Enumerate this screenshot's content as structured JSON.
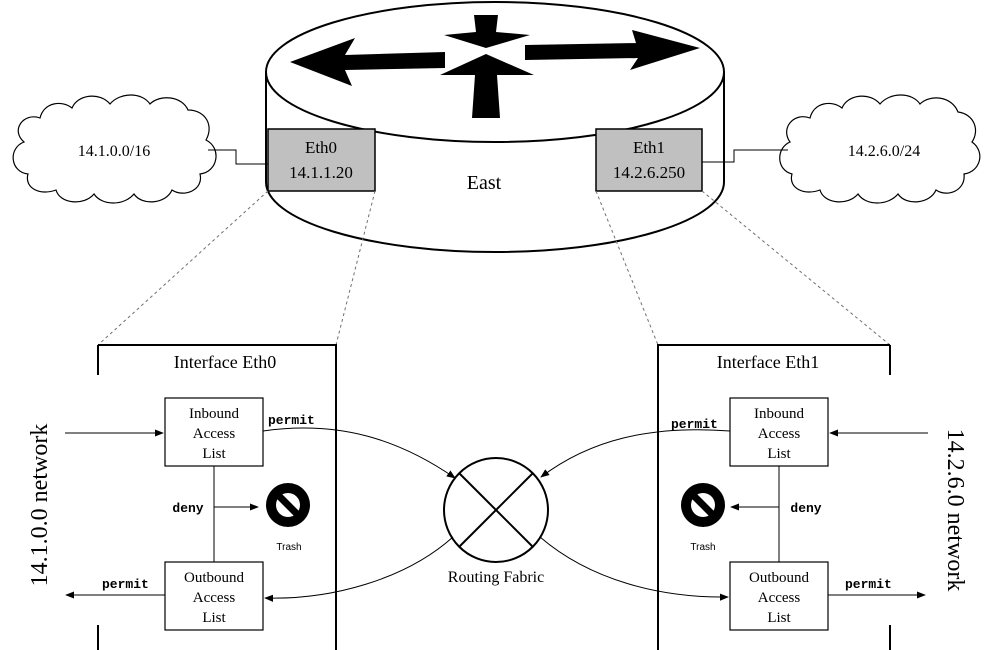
{
  "router": {
    "name": "East"
  },
  "interfaces": {
    "eth0": {
      "name": "Eth0",
      "ip": "14.1.1.20"
    },
    "eth1": {
      "name": "Eth1",
      "ip": "14.2.6.250"
    }
  },
  "clouds": {
    "left": "14.1.0.0/16",
    "right": "14.2.6.0/24"
  },
  "panels": {
    "left": {
      "title": "Interface Eth0",
      "inbound": [
        "Inbound",
        "Access",
        "List"
      ],
      "outbound": [
        "Outbound",
        "Access",
        "List"
      ]
    },
    "right": {
      "title": "Interface Eth1",
      "inbound": [
        "Inbound",
        "Access",
        "List"
      ],
      "outbound": [
        "Outbound",
        "Access",
        "List"
      ]
    }
  },
  "labels": {
    "permit": "permit",
    "deny": "deny",
    "trash": "Trash",
    "routing_fabric": "Routing Fabric"
  },
  "networks": {
    "left": "14.1.0.0 network",
    "right": "14.2.6.0 network"
  },
  "colors": {
    "interface_box": "#c0c0c0",
    "stroke": "#000000",
    "zoom_line": "#707070"
  },
  "icons": [
    "router-arrows-icon",
    "cloud-icon",
    "trash-no-icon",
    "routing-fabric-icon"
  ]
}
